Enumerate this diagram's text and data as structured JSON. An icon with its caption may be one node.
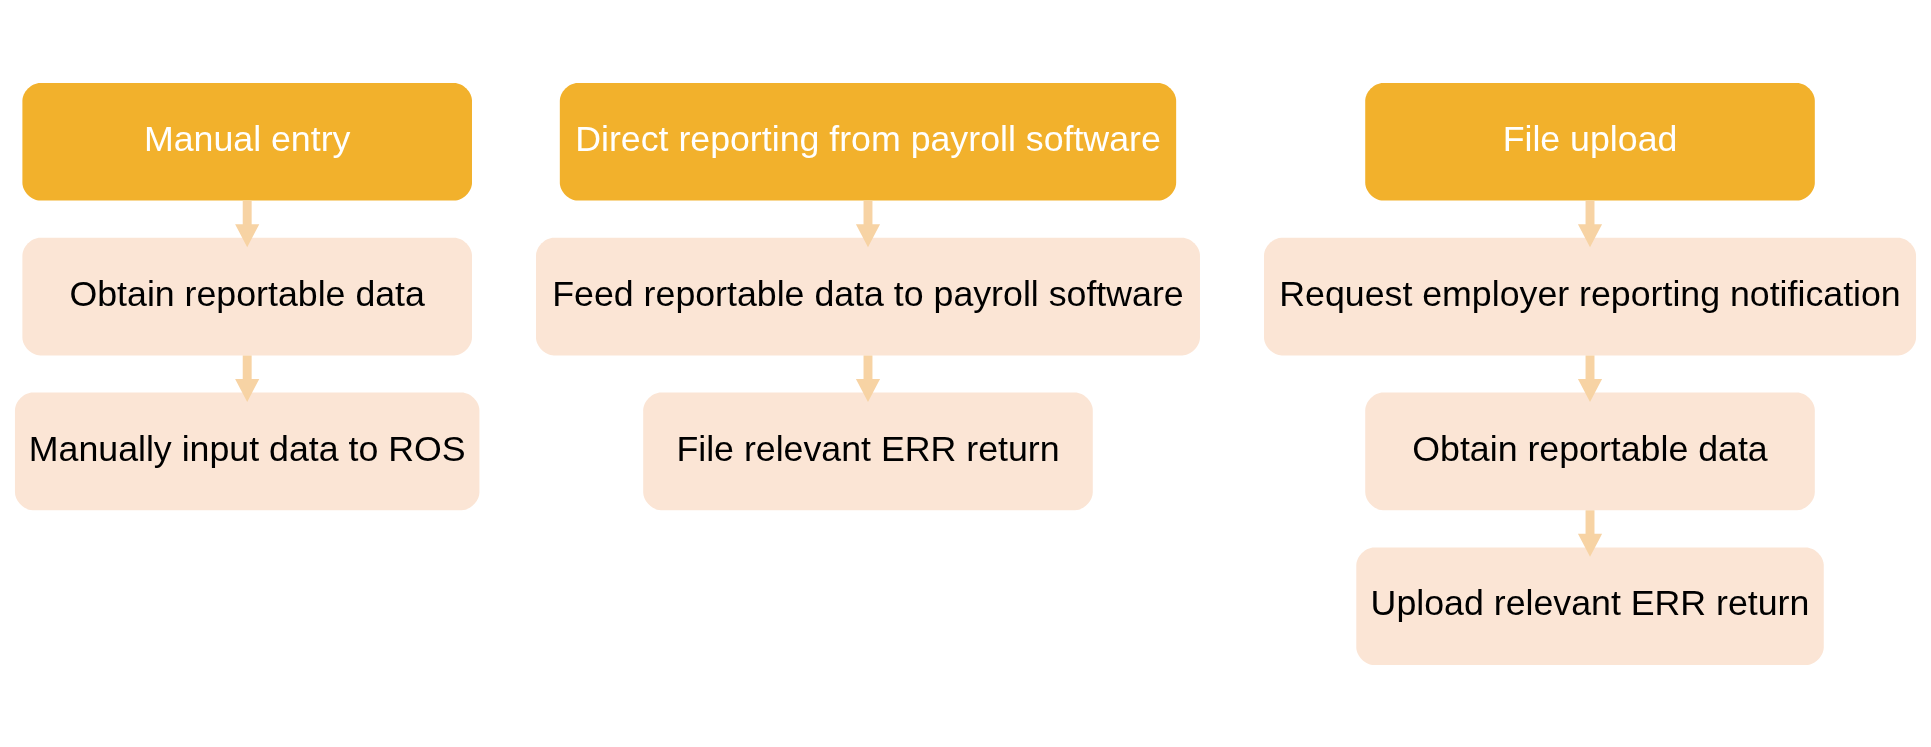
{
  "diagram": {
    "nodes": [
      {
        "text": [
          "Manual entry"
        ]
      },
      {
        "text": [
          "Obtain reportable data"
        ]
      },
      {
        "text": [
          "Manually input data to ROS"
        ]
      },
      {
        "text": [
          "Direct reporting from payroll software"
        ]
      },
      {
        "text": [
          "Feed reportable data to payroll software"
        ]
      },
      {
        "text": [
          "File relevant ERR return"
        ]
      },
      {
        "text": [
          "File upload"
        ]
      },
      {
        "text": [
          "Request employer reporting notification"
        ]
      },
      {
        "text": [
          "Obtain reportable data"
        ]
      },
      {
        "text": [
          "Upload relevant ERR return"
        ]
      }
    ],
    "edges": [
      {
        "from": 0,
        "to": 1,
        "arrow": "to"
      },
      {
        "from": 1,
        "to": 2,
        "arrow": "to"
      },
      {
        "from": 3,
        "to": 4,
        "arrow": "to"
      },
      {
        "from": 4,
        "to": 5,
        "arrow": "to"
      },
      {
        "from": 6,
        "to": 7,
        "arrow": "to"
      },
      {
        "from": 7,
        "to": 8,
        "arrow": "to"
      },
      {
        "from": 8,
        "to": 9,
        "arrow": "to"
      }
    ]
  }
}
